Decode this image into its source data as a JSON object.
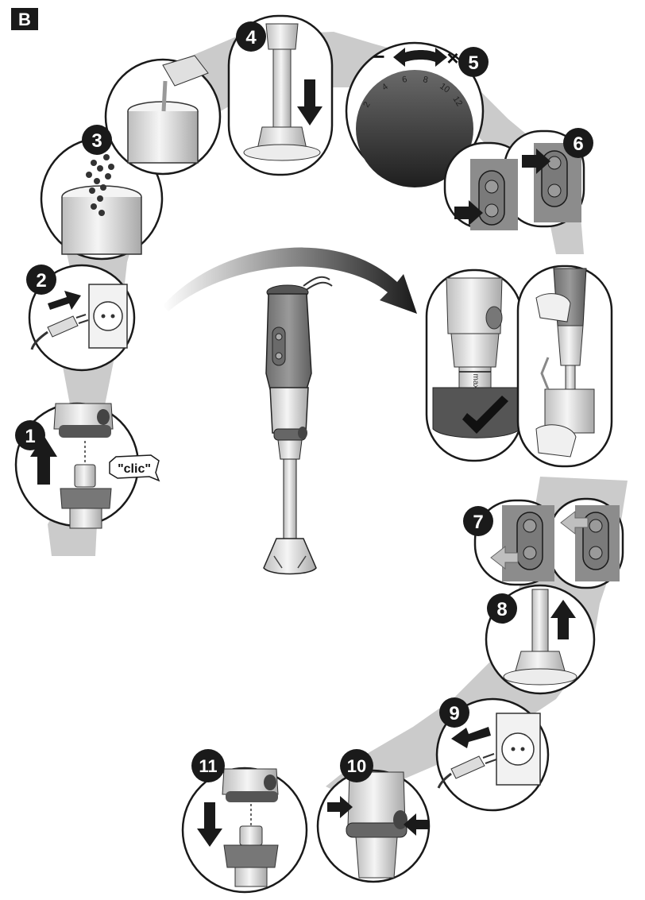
{
  "figure": {
    "corner_label": "B",
    "clic_label": "\"clic\"",
    "max_label": "max",
    "dial_minus": "−",
    "dial_plus": "×",
    "dial_numbers": [
      "2",
      "4",
      "6",
      "8",
      "10",
      "12"
    ]
  },
  "steps": [
    {
      "number": "1"
    },
    {
      "number": "2"
    },
    {
      "number": "3"
    },
    {
      "number": "4"
    },
    {
      "number": "5"
    },
    {
      "number": "6"
    },
    {
      "number": "7"
    },
    {
      "number": "8"
    },
    {
      "number": "9"
    },
    {
      "number": "10"
    },
    {
      "number": "11"
    }
  ],
  "colors": {
    "band": "#bfbfbf",
    "ink": "#1a1a1a",
    "body": "#8c8c8c",
    "dark": "#555555",
    "light": "#e6e6e6"
  }
}
